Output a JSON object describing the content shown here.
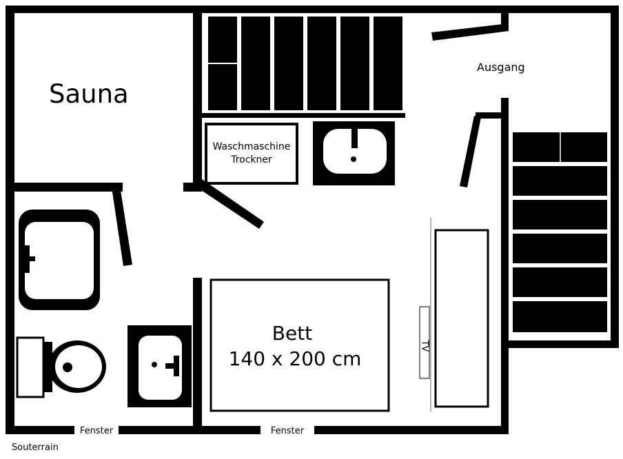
{
  "labels": {
    "sauna": "Sauna",
    "ausgang": "Ausgang",
    "washer_line1": "Waschmaschine",
    "washer_line2": "Trockner",
    "bed_line1": "Bett",
    "bed_line2": "140 x 200 cm",
    "tv": "TV",
    "fenster_left": "Fenster",
    "fenster_right": "Fenster",
    "level": "Souterrain"
  },
  "colors": {
    "wall": "#000000",
    "background": "#ffffff"
  }
}
